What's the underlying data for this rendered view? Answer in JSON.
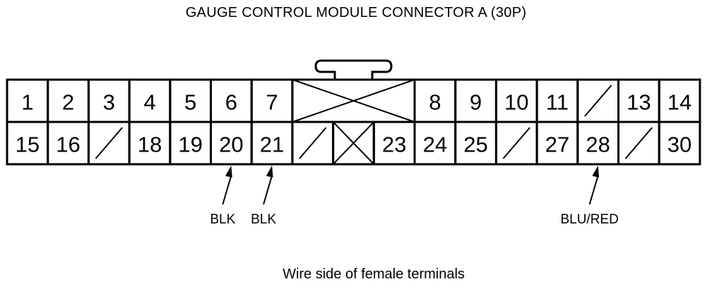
{
  "title": "GAUGE CONTROL MODULE CONNECTOR A (30P)",
  "caption": "Wire side of female terminals",
  "connector": {
    "rows": [
      [
        {
          "type": "pin",
          "label": "1"
        },
        {
          "type": "pin",
          "label": "2"
        },
        {
          "type": "pin",
          "label": "3"
        },
        {
          "type": "pin",
          "label": "4"
        },
        {
          "type": "pin",
          "label": "5"
        },
        {
          "type": "pin",
          "label": "6"
        },
        {
          "type": "pin",
          "label": "7"
        },
        {
          "type": "blank-x",
          "span": 3
        },
        {
          "type": "pin",
          "label": "8"
        },
        {
          "type": "pin",
          "label": "9"
        },
        {
          "type": "pin",
          "label": "10"
        },
        {
          "type": "pin",
          "label": "11"
        },
        {
          "type": "empty"
        },
        {
          "type": "pin",
          "label": "13"
        },
        {
          "type": "pin",
          "label": "14"
        }
      ],
      [
        {
          "type": "pin",
          "label": "15"
        },
        {
          "type": "pin",
          "label": "16"
        },
        {
          "type": "empty"
        },
        {
          "type": "pin",
          "label": "18"
        },
        {
          "type": "pin",
          "label": "19"
        },
        {
          "type": "pin",
          "label": "20"
        },
        {
          "type": "pin",
          "label": "21"
        },
        {
          "type": "empty"
        },
        {
          "type": "blank-x"
        },
        {
          "type": "pin",
          "label": "23"
        },
        {
          "type": "pin",
          "label": "24"
        },
        {
          "type": "pin",
          "label": "25"
        },
        {
          "type": "empty"
        },
        {
          "type": "pin",
          "label": "27"
        },
        {
          "type": "pin",
          "label": "28"
        },
        {
          "type": "empty"
        },
        {
          "type": "pin",
          "label": "30"
        }
      ]
    ]
  },
  "wires": [
    {
      "pin": "20",
      "color": "BLK"
    },
    {
      "pin": "21",
      "color": "BLK"
    },
    {
      "pin": "28",
      "color": "BLU/RED"
    }
  ]
}
